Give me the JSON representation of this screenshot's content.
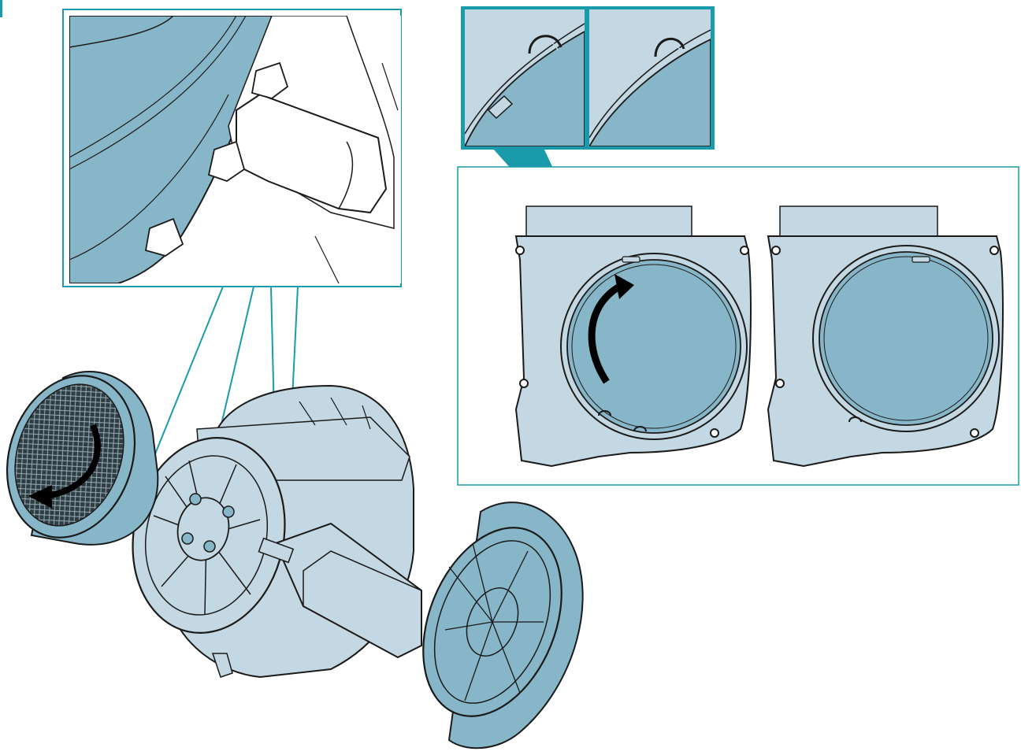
{
  "colors": {
    "accent": "#1a9bab",
    "part_fill": "#c3d8e2",
    "part_fill_dark": "#87b6c8",
    "part_stroke": "#1a1a1a",
    "mesh_dark": "#3a4a52",
    "arrow": "#000000",
    "background": "#ffffff"
  },
  "panels": [
    {
      "name": "detail-callout-latch",
      "description_icon": "magnified-latch-view"
    },
    {
      "name": "detail-callout-tab-before",
      "description_icon": "tab-before-rotation"
    },
    {
      "name": "detail-callout-tab-after",
      "description_icon": "tab-after-rotation"
    },
    {
      "name": "rotation-comparison-panel",
      "description_icon": "filter-mount-before-after"
    }
  ],
  "parts": [
    {
      "name": "blower-housing",
      "icon": "blower-motor-icon"
    },
    {
      "name": "grease-filter-mesh",
      "icon": "round-mesh-filter-icon"
    },
    {
      "name": "filter-cover",
      "icon": "round-filter-cover-icon"
    },
    {
      "name": "rotation-arrow",
      "icon": "curved-arrow-icon"
    }
  ]
}
